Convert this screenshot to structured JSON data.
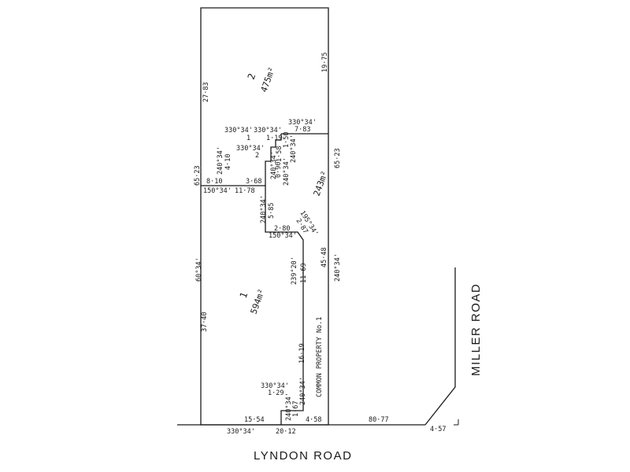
{
  "roads": {
    "south": "LYNDON ROAD",
    "east": "MILLER ROAD"
  },
  "lots": {
    "lot2": {
      "number": "2",
      "area": "475m²"
    },
    "lot1": {
      "number": "1",
      "area": "594m²"
    },
    "lot3": {
      "area": "243m²"
    }
  },
  "common_property": "COMMON PROPERTY No.1",
  "dimensions": {
    "d_27_83": "27·83",
    "d_19_75": "19·75",
    "d_65_23_left": "65·23",
    "d_65_23_right": "65·23",
    "d_60_34": "60°34'",
    "d_37_40": "37·40",
    "d_330_34_a": "330°34'",
    "d_330_34_b": "330°34'",
    "d_330_34_c": "330°34'",
    "d_7_83": "7·83",
    "d_1": "1",
    "d_1_19": "1·19",
    "d_1_50": "1·50",
    "d_240_34_a": "240°34'",
    "d_330_34_d": "330°34'",
    "d_2": "2",
    "d_1_58": "1·58",
    "d_240_34_b": "240°34'",
    "d_240_34_c": "240°34'",
    "d_4_10": "4·10",
    "d_0_90": "0·90",
    "d_240_34_d": "240°34'",
    "d_8_10": "8·10",
    "d_3_68": "3·68",
    "d_150_34_a": "150°34'",
    "d_11_78": "11·78",
    "d_240_34_e": "240°34'",
    "d_5_85": "5·85",
    "d_195_34": "195°34'",
    "d_2_87": "2·87",
    "d_2_80": "2·80",
    "d_150_34_b": "150°34'",
    "d_45_48": "45·48",
    "d_240_34_f": "240°34'",
    "d_239_20": "239°20'",
    "d_11_69": "11·69",
    "d_16_19": "16·19",
    "d_330_34_e": "330°34'",
    "d_1_29": "1·29",
    "d_240_34_g": "240°34'",
    "d_240_34_h": "240°34'",
    "d_1_67": "1·67",
    "d_15_54": "15·54",
    "d_4_58": "4·58",
    "d_80_77": "80·77",
    "d_4_57": "4·57",
    "d_330_34_f": "330°34'",
    "d_20_12": "20·12"
  }
}
